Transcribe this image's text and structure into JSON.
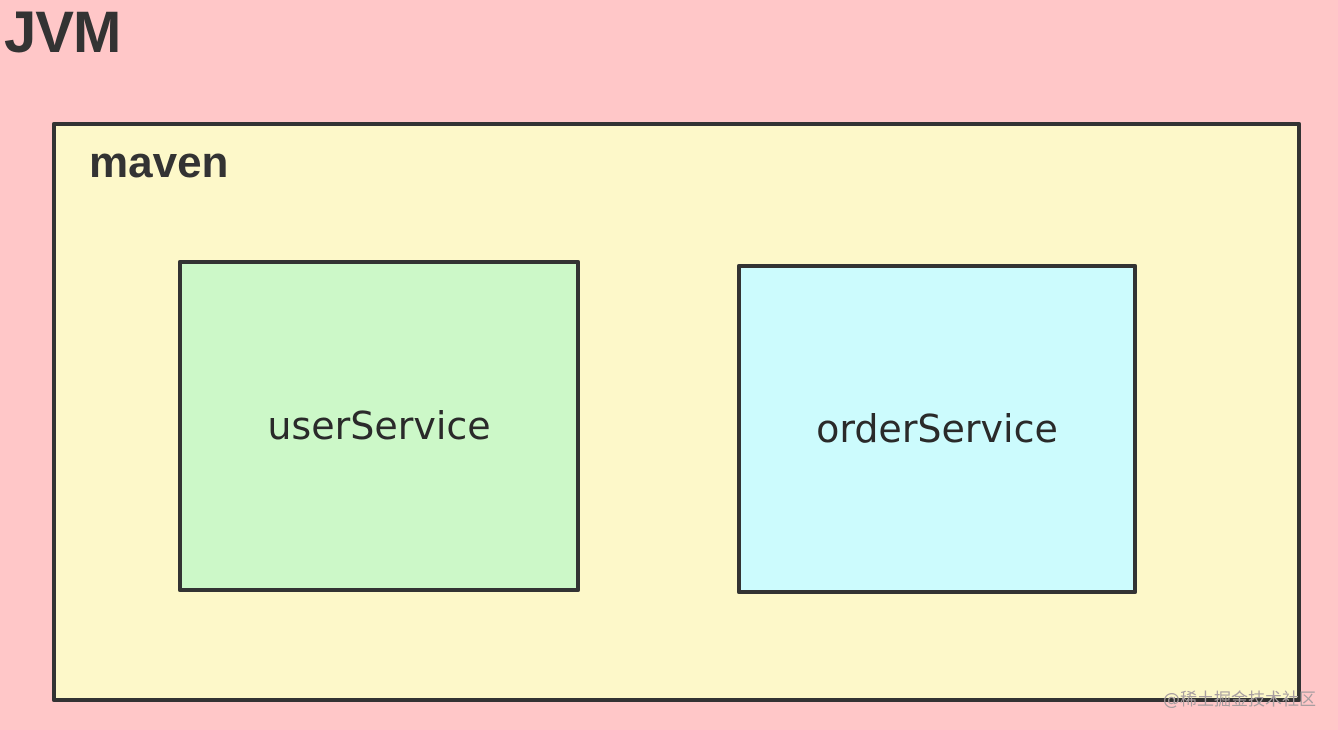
{
  "diagram": {
    "outer_label": "JVM",
    "container_label": "maven",
    "services": [
      {
        "label": "userService",
        "color": "#ccf8c8"
      },
      {
        "label": "orderService",
        "color": "#ccfbfd"
      }
    ],
    "watermark": "@稀土掘金技术社区"
  },
  "colors": {
    "jvm_background": "#ffc7c8",
    "maven_background": "#fdf8c9",
    "border": "#333333"
  }
}
